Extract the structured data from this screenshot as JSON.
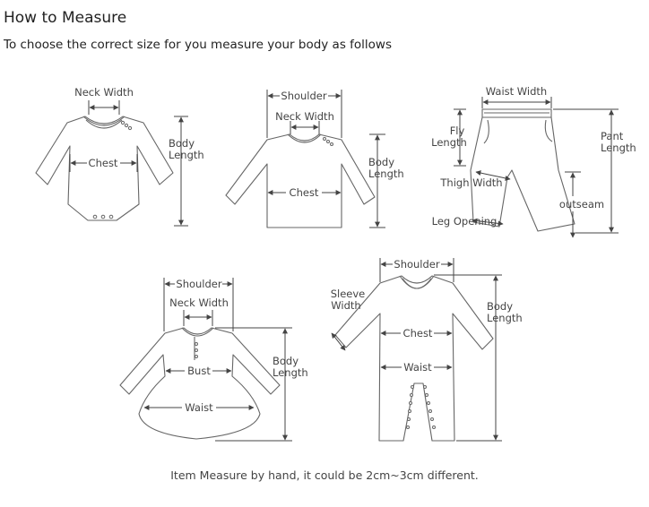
{
  "header": {
    "title": "How to Measure",
    "subtitle": "To choose the correct size for you measure your body as follows"
  },
  "footer": {
    "note": "Item Measure by hand, it could be 2cm~3cm different."
  },
  "diagrams": {
    "bodysuit": {
      "neck_width": "Neck Width",
      "chest": "Chest",
      "body_length_1": "Body",
      "body_length_2": "Length"
    },
    "top": {
      "shoulder": "Shoulder",
      "neck_width": "Neck Width",
      "chest": "Chest",
      "body_length_1": "Body",
      "body_length_2": "Length"
    },
    "pants": {
      "waist_width": "Waist Width",
      "fly_length_1": "Fly",
      "fly_length_2": "Length",
      "thigh_width": "Thigh Width",
      "leg_opening": "Leg Opening",
      "outseam": "outseam",
      "pant_length_1": "Pant",
      "pant_length_2": "Length"
    },
    "dress": {
      "shoulder": "Shoulder",
      "neck_width": "Neck Width",
      "bust": "Bust",
      "waist": "Waist",
      "body_length_1": "Body",
      "body_length_2": "Length"
    },
    "romper": {
      "shoulder": "Shoulder",
      "sleeve_width_1": "Sleeve",
      "sleeve_width_2": "Width",
      "chest": "Chest",
      "waist": "Waist",
      "body_length_1": "Body",
      "body_length_2": "Length"
    }
  }
}
